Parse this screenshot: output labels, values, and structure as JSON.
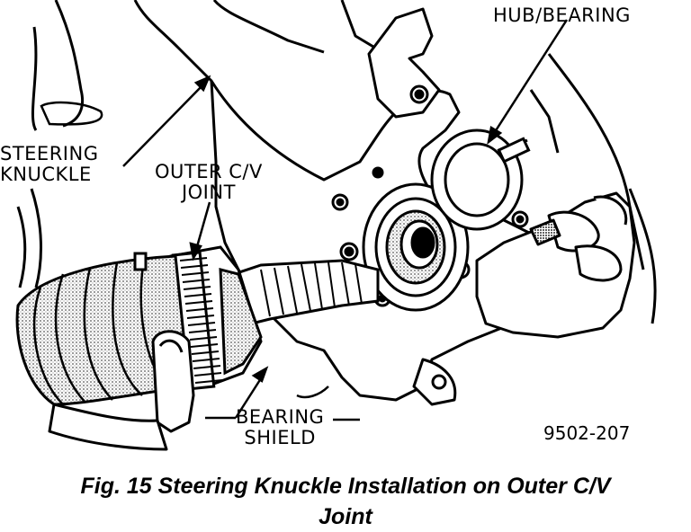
{
  "labels": {
    "hub_bearing": "HUB/BEARING",
    "steering_knuckle_line1": "STEERING",
    "steering_knuckle_line2": "KNUCKLE",
    "outer_cv_line1": "OUTER C/V",
    "outer_cv_line2": "JOINT",
    "bearing_shield_line1": "BEARING",
    "bearing_shield_line2": "SHIELD"
  },
  "figure_number": "9502-207",
  "caption": {
    "line1": "Fig. 15 Steering Knuckle Installation on Outer C/V",
    "line2": "Joint"
  }
}
